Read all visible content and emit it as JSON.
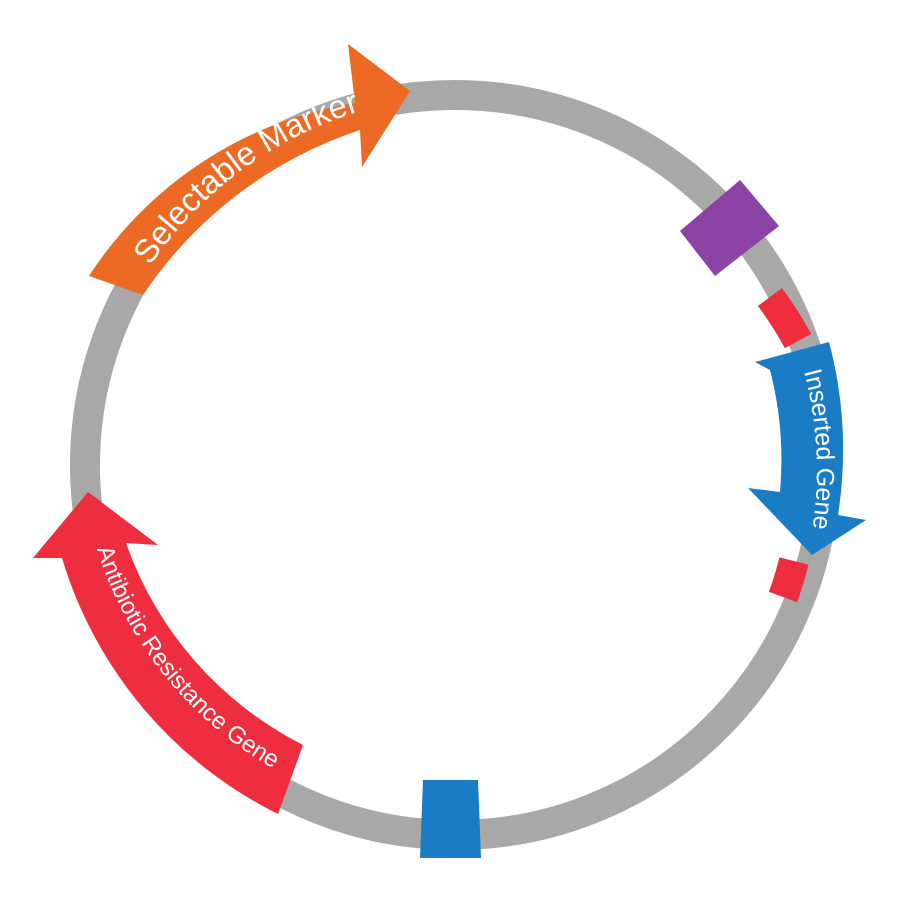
{
  "plasmid": {
    "backbone_color": "#a8a8a8",
    "features": {
      "selectable_marker": {
        "label": "Selectable Marker",
        "color": "#ec6a24"
      },
      "inserted_gene": {
        "label": "Inserted Gene",
        "color": "#1a7cc4"
      },
      "antibiotic_resistance": {
        "label": "Antibiotic Resistance Gene",
        "color": "#ee2d3f"
      },
      "insert_flank_color": "#ee2d3f",
      "purple_site_color": "#8b43a6",
      "blue_site_color": "#1a7cc4"
    }
  }
}
